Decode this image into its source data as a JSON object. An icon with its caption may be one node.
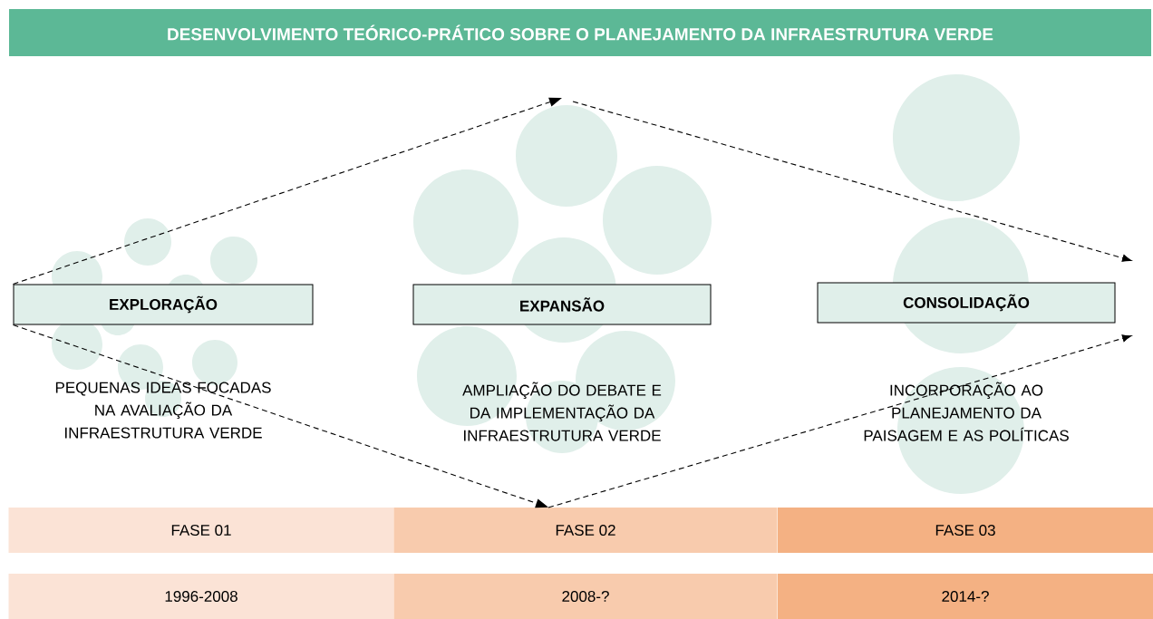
{
  "diagram": {
    "title": "DESENVOLVIMENTO TEÓRICO-PRÁTICO SOBRE O PLANEJAMENTO DA INFRAESTRUTURA VERDE",
    "nodes": [
      {
        "text": [
          "EXPLORAÇÃO"
        ],
        "beside": [
          "PEQUENAS IDEAS FOCADAS NA AVALIAÇÃO DA INFRAESTRUTURA VERDE"
        ]
      },
      {
        "text": [
          "EXPANSÃO"
        ],
        "beside": [
          "AMPLIAÇÃO DO DEBATE E DA IMPLEMENTAÇÃO DA INFRAESTRUTURA VERDE"
        ]
      },
      {
        "text": [
          "CONSOLIDAÇÃO"
        ],
        "beside": [
          "INCORPORAÇÃO AO PLANEJAMENTO DA PAISAGEM E AS POLÍTICAS"
        ]
      },
      {
        "text": [
          "FASE 01"
        ]
      },
      {
        "text": [
          "FASE 02"
        ]
      },
      {
        "text": [
          "FASE 03"
        ]
      },
      {
        "text": [
          "1996-2008"
        ]
      },
      {
        "text": [
          "2008-?"
        ]
      },
      {
        "text": [
          "2014-?"
        ]
      }
    ],
    "edges": [
      {
        "from": 0,
        "to": null,
        "arrow": "to",
        "style": "dashed"
      },
      {
        "from": 0,
        "to": 4,
        "arrow": "to",
        "style": "dashed"
      }
    ]
  }
}
